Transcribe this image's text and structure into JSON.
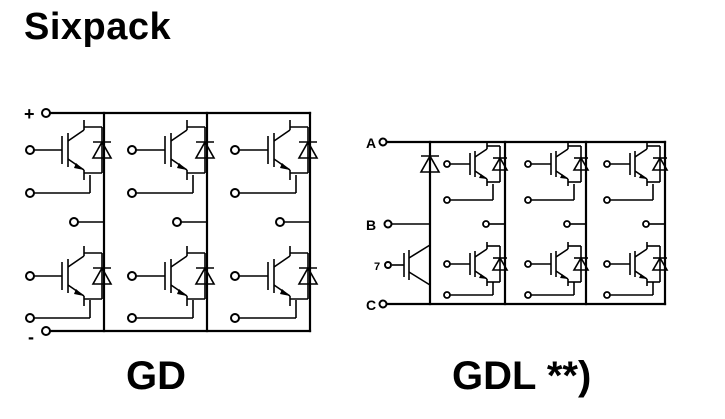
{
  "title": "Sixpack",
  "gd": {
    "caption": "GD",
    "plus_label": "+",
    "minus_label": "-"
  },
  "gdl": {
    "caption": "GDL **)",
    "label_a": "A",
    "label_b": "B",
    "label_c": "C",
    "label_7": "7"
  }
}
